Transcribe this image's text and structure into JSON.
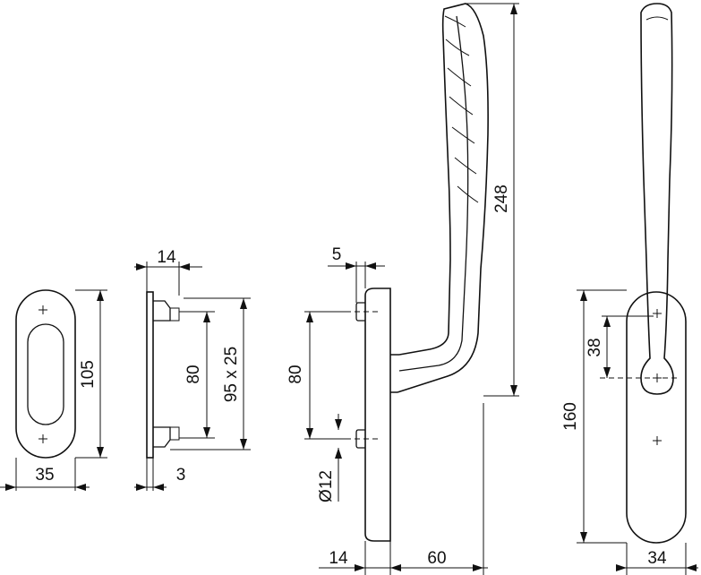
{
  "dimensions": {
    "rosette_height": "105",
    "rosette_width": "35",
    "cover_depth": "14",
    "cover_plate": "3",
    "cover_hole_spacing": "80",
    "cover_size": "95 x 25",
    "side_offset": "5",
    "side_spacing": "80",
    "bolt_diameter": "Ø12",
    "base_depth": "14",
    "projection": "60",
    "handle_height": "248",
    "front_spindle_offset": "38",
    "front_plate_height": "160",
    "front_plate_width": "34"
  }
}
